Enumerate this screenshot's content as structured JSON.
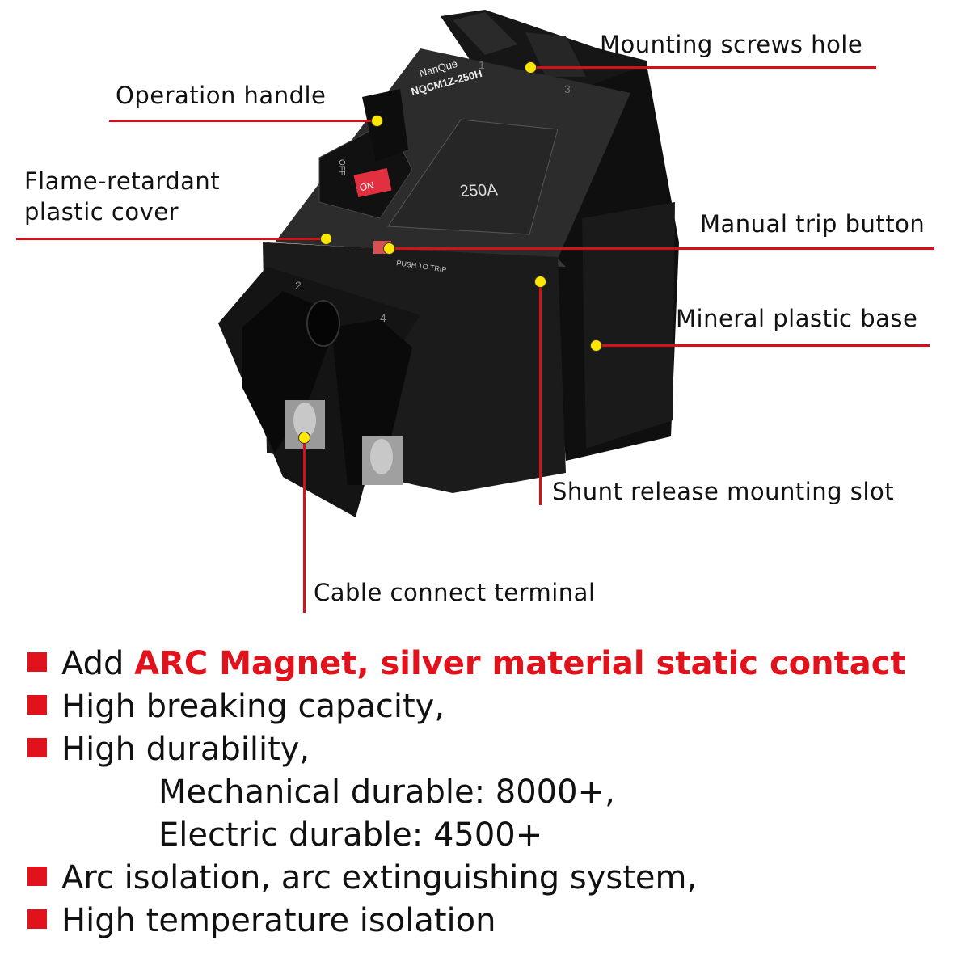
{
  "product": {
    "brand": "NanQue",
    "model": "NQCM1Z-250H",
    "rating": "250A",
    "handle_off": "OFF",
    "handle_on": "ON",
    "push_to_trip": "PUSH TO TRIP",
    "terminal_1": "1",
    "terminal_2": "2",
    "terminal_3": "3",
    "terminal_4": "4"
  },
  "callouts": {
    "mounting_screws_hole": "Mounting screws hole",
    "operation_handle": "Operation handle",
    "flame_retardant_cover": "Flame-retardant plastic cover",
    "manual_trip_button": "Manual trip button",
    "mineral_plastic_base": "Mineral plastic base",
    "shunt_release_slot": "Shunt release mounting slot",
    "cable_connect_terminal": "Cable connect terminal"
  },
  "features": [
    {
      "prefix": "Add ",
      "highlight": "ARC Magnet, silver material static contact"
    },
    {
      "text": "High breaking capacity,"
    },
    {
      "text": "High durability,"
    },
    {
      "text": "Mechanical durable: 8000+,"
    },
    {
      "text": "Electric durable: 4500+"
    },
    {
      "text": "Arc isolation, arc extinguishing system,"
    },
    {
      "text": "High temperature isolation"
    }
  ],
  "colors": {
    "accent_red": "#e1121b",
    "dot_yellow": "#ffe800",
    "body_black": "#1b1b1b"
  }
}
